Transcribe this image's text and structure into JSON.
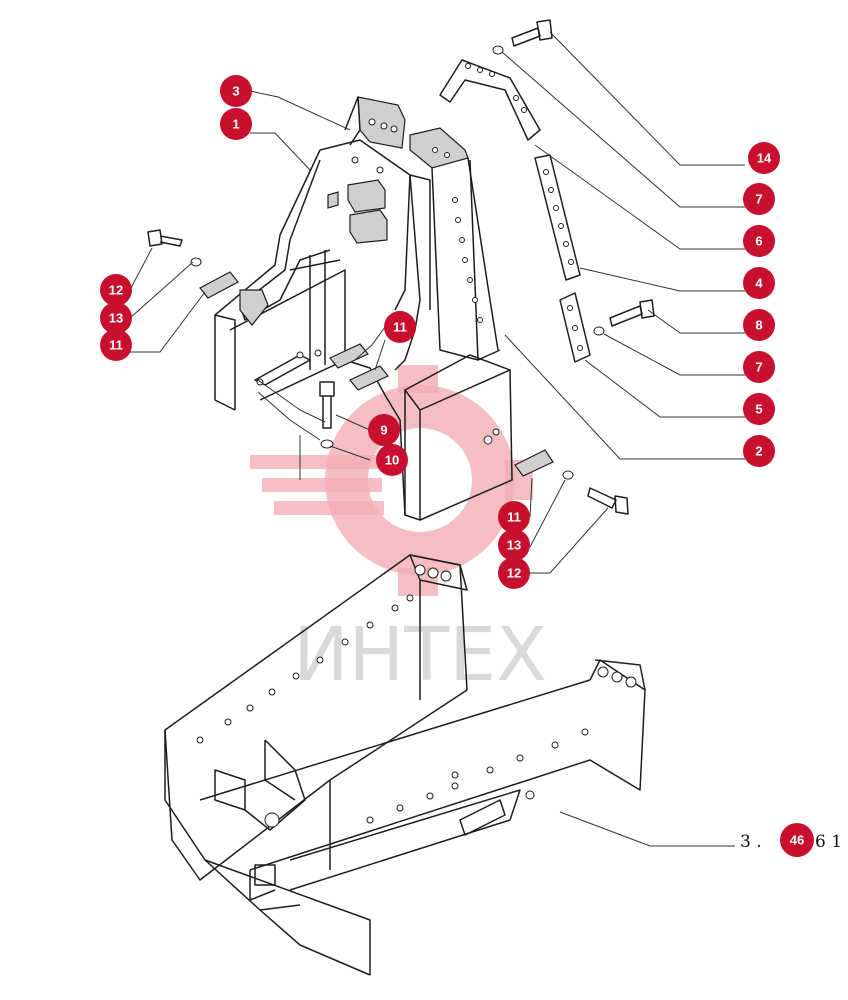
{
  "watermark": {
    "text": "ИНТЕХ",
    "color": "#f2aeb4"
  },
  "badge_color": "#c8102e",
  "callouts": [
    {
      "id": "c3-top",
      "label": "3"
    },
    {
      "id": "c1",
      "label": "1"
    },
    {
      "id": "c12-left",
      "label": "12"
    },
    {
      "id": "c13-left",
      "label": "13"
    },
    {
      "id": "c11-left",
      "label": "11"
    },
    {
      "id": "c11-mid",
      "label": "11"
    },
    {
      "id": "c9",
      "label": "9"
    },
    {
      "id": "c10",
      "label": "10"
    },
    {
      "id": "c11-low",
      "label": "11"
    },
    {
      "id": "c13-low",
      "label": "13"
    },
    {
      "id": "c12-low",
      "label": "12"
    },
    {
      "id": "c14",
      "label": "14"
    },
    {
      "id": "c7-top",
      "label": "7"
    },
    {
      "id": "c6",
      "label": "6"
    },
    {
      "id": "c4",
      "label": "4"
    },
    {
      "id": "c8",
      "label": "8"
    },
    {
      "id": "c7-low",
      "label": "7"
    },
    {
      "id": "c5",
      "label": "5"
    },
    {
      "id": "c2",
      "label": "2"
    }
  ],
  "frame_reference": {
    "left": "3 .",
    "badge": "46",
    "right": "6 1"
  }
}
